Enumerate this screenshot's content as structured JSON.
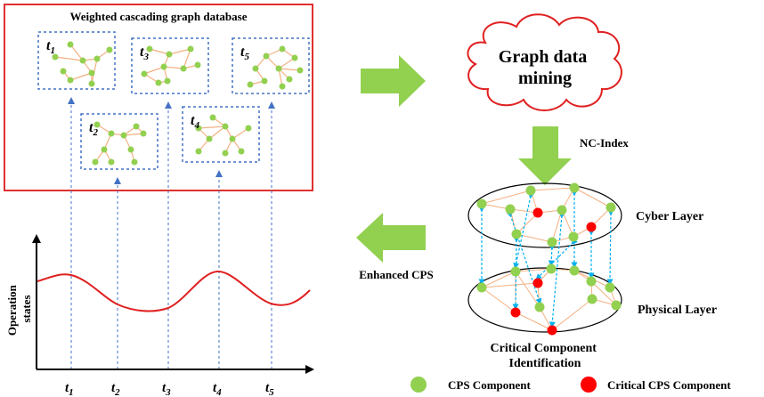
{
  "title": "Weighted cascading graph database",
  "snapshots": [
    {
      "label": "t",
      "sub": "1"
    },
    {
      "label": "t",
      "sub": "2"
    },
    {
      "label": "t",
      "sub": "3"
    },
    {
      "label": "t",
      "sub": "4"
    },
    {
      "label": "t",
      "sub": "5"
    }
  ],
  "cloud_text": [
    "Graph data",
    "mining"
  ],
  "nc_index": "NC-Index",
  "enhanced": "Enhanced CPS",
  "cyber_layer": "Cyber Layer",
  "physical_layer": "Physical Layer",
  "critical_title": [
    "Critical Component",
    "Identification"
  ],
  "axis": {
    "ylabel": [
      "Operation",
      "states"
    ],
    "ticks": [
      {
        "label": "t",
        "sub": "1"
      },
      {
        "label": "t",
        "sub": "2"
      },
      {
        "label": "t",
        "sub": "3"
      },
      {
        "label": "t",
        "sub": "4"
      },
      {
        "label": "t",
        "sub": "5"
      }
    ]
  },
  "legend": [
    {
      "label": "CPS Component",
      "color": "#92d050"
    },
    {
      "label": "Critical CPS Component",
      "color": "#ff0000"
    }
  ],
  "colors": {
    "node": "#92d050",
    "critical": "#ff0000",
    "edge": "#f4b183",
    "arrow_green": "#92d050",
    "frame_red": "#e03030",
    "dash_blue": "#4472c4",
    "curve": "#e02020"
  }
}
